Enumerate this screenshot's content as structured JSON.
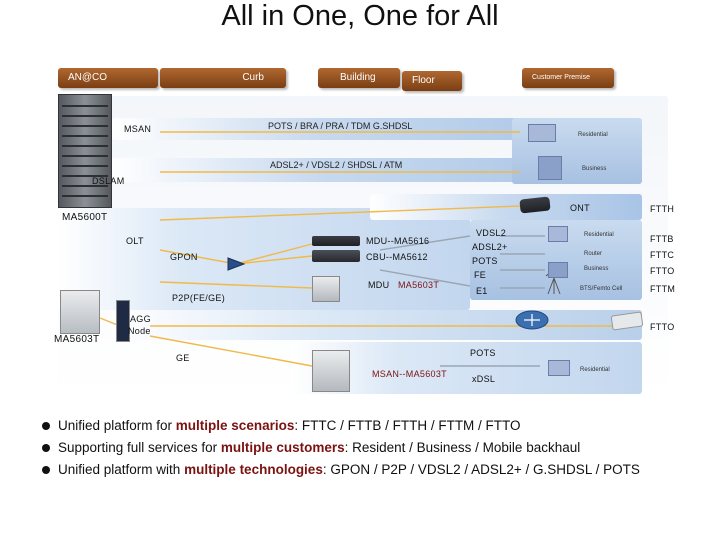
{
  "title": "All in One, One for All",
  "tabs": {
    "an_co": "AN@CO",
    "curb": "Curb",
    "building": "Building",
    "floor": "Floor",
    "customer_premise": "Customer Premise"
  },
  "links": {
    "pots_line": "POTS / BRA / PRA / TDM G.SHDSL",
    "adsl_line": "ADSL2+ / VDSL2 / SHDSL / ATM",
    "gpon": "GPON",
    "p2p": "P2P(FE/GE)",
    "ge": "GE"
  },
  "nodes": {
    "msan": "MSAN",
    "dslam": "DSLAM",
    "ma5600t": "MA5600T",
    "olt": "OLT",
    "ma5603t": "MA5603T",
    "agg_node": [
      "AGG",
      "Node"
    ],
    "mdu1": "MDU--MA5616",
    "mdu2": "CBU--MA5612",
    "mdu3": "MDU",
    "mdu4": "MA5603T",
    "msan_bottom": "MSAN--MA5603T",
    "ont": "ONT"
  },
  "access_types": [
    "VDSL2",
    "ADSL2+",
    "POTS",
    "FE",
    "E1"
  ],
  "xdsl": "xDSL",
  "pots_bottom": "POTS",
  "premise_labels": {
    "residential_top": "Residential",
    "business_top": "Business",
    "residential_mid": "Residential",
    "router": "Router",
    "business_mid": "Business",
    "bts": "BTS/Femto Cell",
    "residential_bottom": "Residential"
  },
  "ftt": [
    "FTTH",
    "FTTB",
    "FTTC",
    "FTTO",
    "FTTM",
    "FTTO"
  ],
  "bullets": [
    [
      {
        "t": "Unified platform for "
      },
      {
        "t": "multiple scenarios",
        "h": true
      },
      {
        "t": ": FTTC / FTTB / FTTH / FTTM / FTTO"
      }
    ],
    [
      {
        "t": "Supporting full services for  "
      },
      {
        "t": "multiple customers",
        "h": true
      },
      {
        "t": ": Resident / Business / Mobile backhaul"
      }
    ],
    [
      {
        "t": "Unified platform with "
      },
      {
        "t": "multiple technologies",
        "h": true
      },
      {
        "t": ": GPON / P2P / VDSL2 / ADSL2+ / G.SHDSL / POTS"
      }
    ]
  ],
  "colors": {
    "tab": "#8a4a1c",
    "band": "#a8c4e6",
    "band_light": "#dbe8f6",
    "fiber": "#f0b94a",
    "copper": "#9aa6b4",
    "highlight": "#7a1212"
  }
}
